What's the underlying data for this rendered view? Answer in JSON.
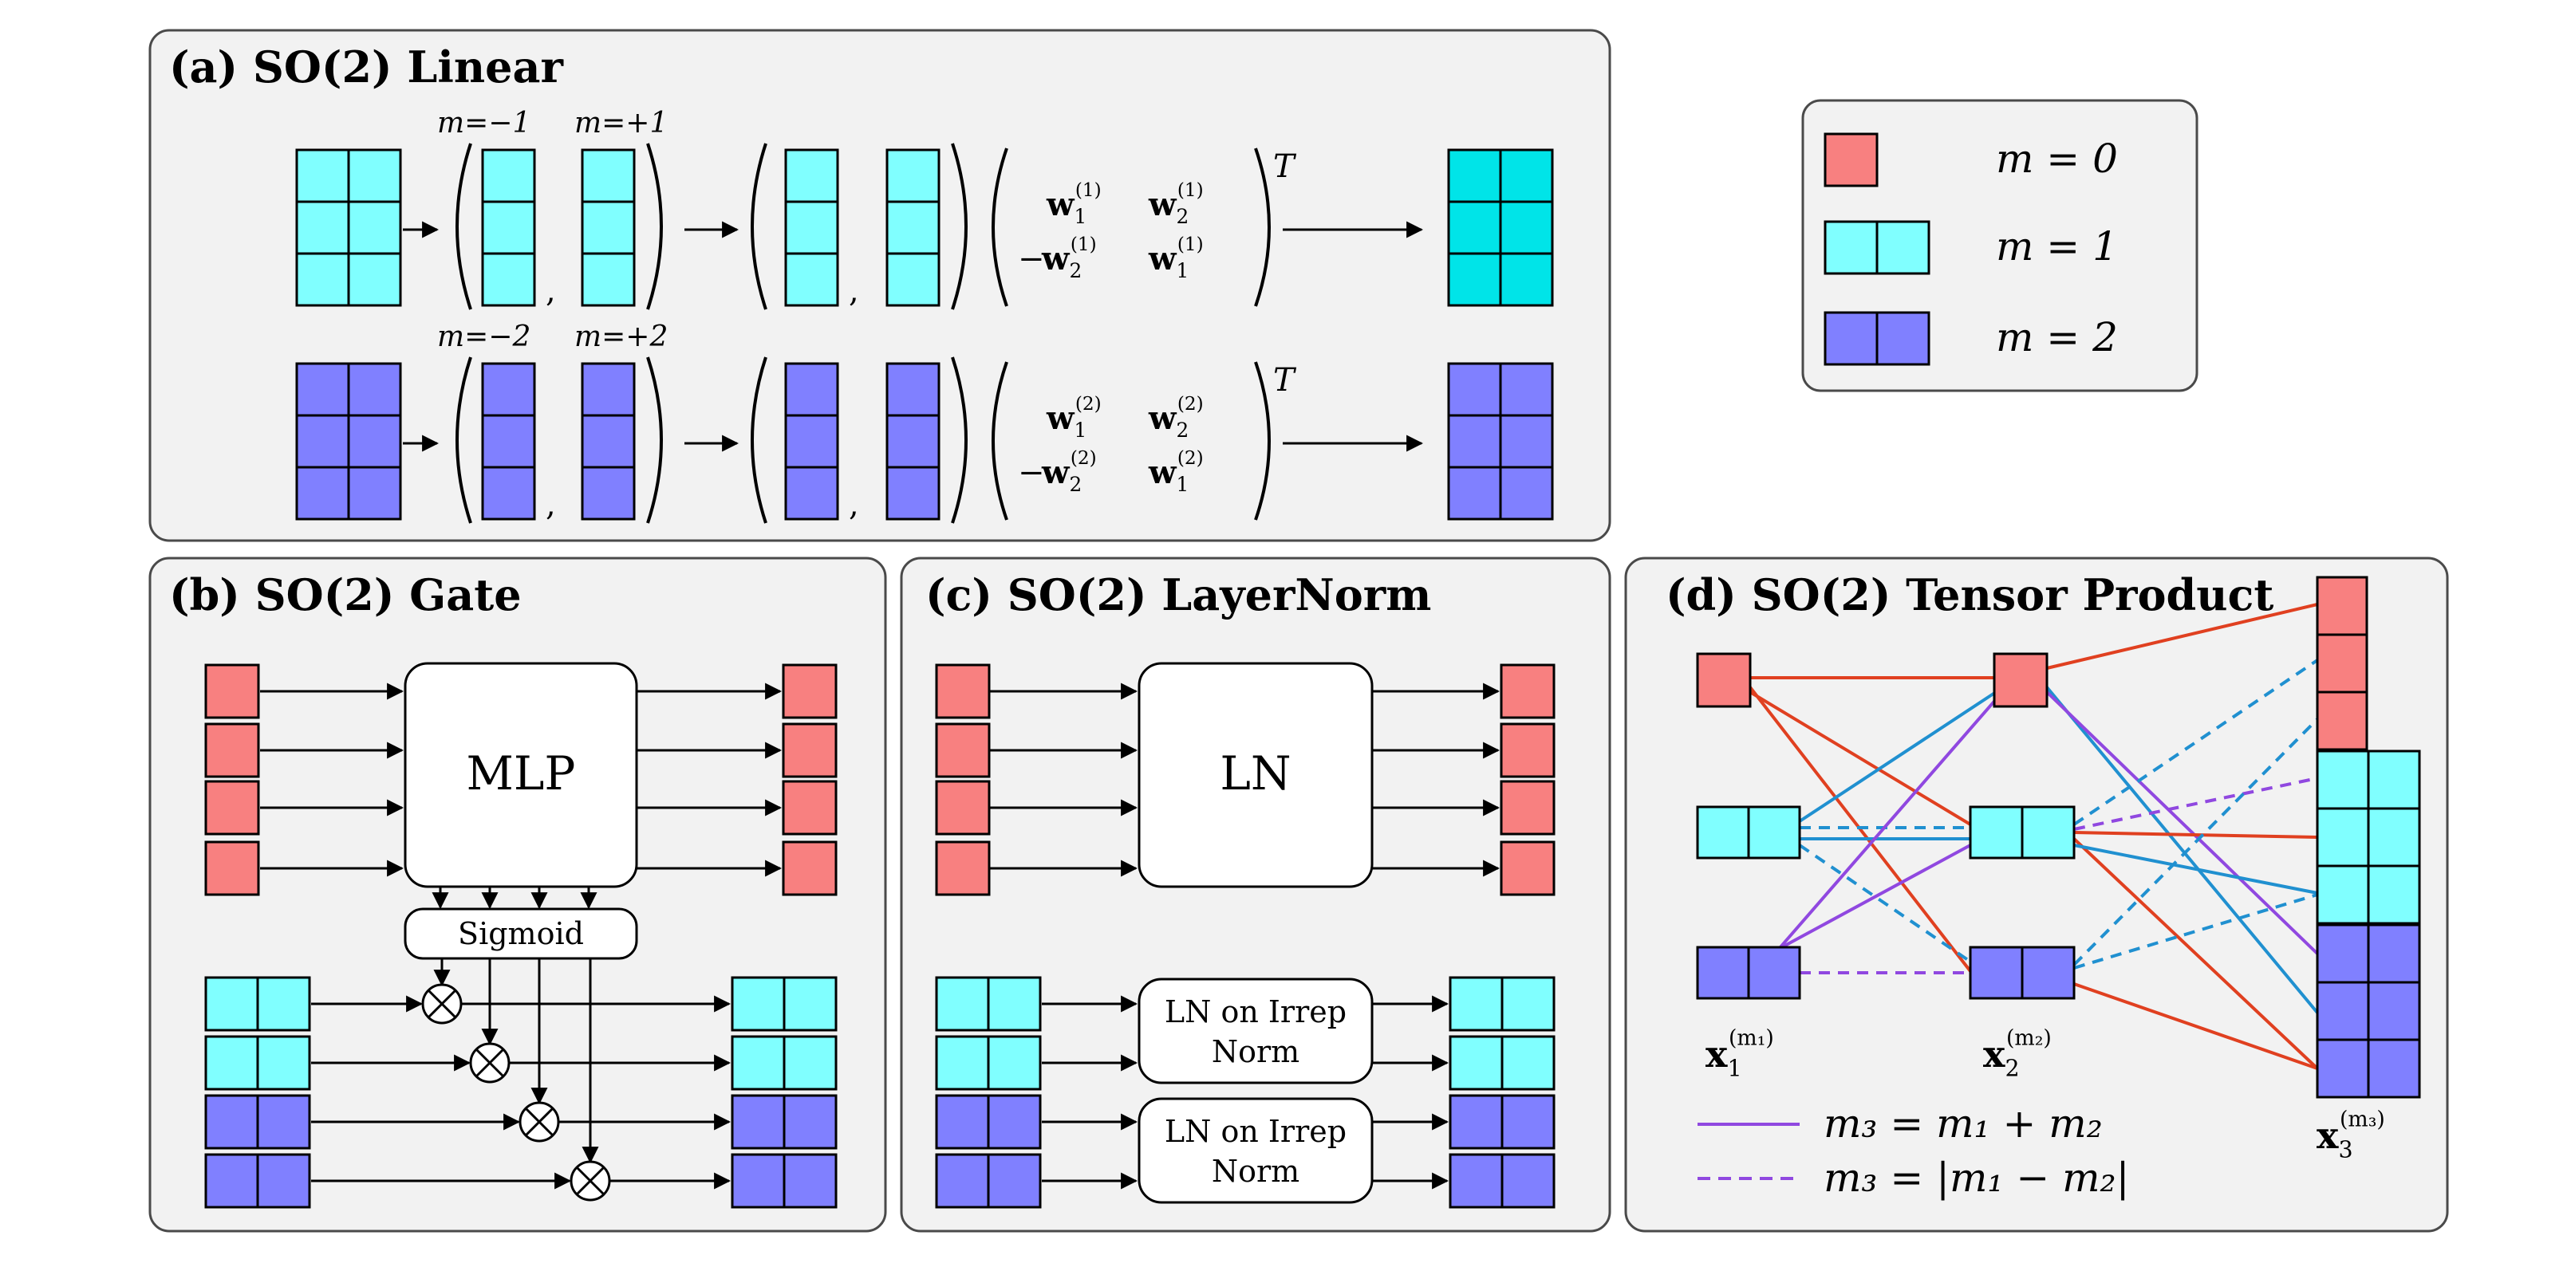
{
  "colors": {
    "m0": "#f88080",
    "m1": "#80ffff",
    "m1_out": "#00e4e8",
    "m2": "#8080ff",
    "red_line": "#e04020",
    "blue_line": "#2090d0",
    "purple_line": "#9048e0"
  },
  "legend": {
    "items": [
      {
        "label": "m = 0",
        "cells": 1,
        "color_key": "m0"
      },
      {
        "label": "m = 1",
        "cells": 2,
        "color_key": "m1"
      },
      {
        "label": "m = 2",
        "cells": 2,
        "color_key": "m2"
      }
    ]
  },
  "panel_a": {
    "title": "(a) SO(2) Linear",
    "rows": [
      {
        "m_neg": "m=−1",
        "m_pos": "m=+1",
        "sup": "(1)",
        "color_key": "m1"
      },
      {
        "m_neg": "m=−2",
        "m_pos": "m=+2",
        "sup": "(2)",
        "color_key": "m2"
      }
    ],
    "w1": "w",
    "w1_sub": "1",
    "w2": "w",
    "w2_sub": "2",
    "neg_sign": "−",
    "transpose": "T",
    "comma": ","
  },
  "panel_b": {
    "title": "(b) SO(2) Gate",
    "mlp_label": "MLP",
    "sigmoid_label": "Sigmoid",
    "multiply_symbol": "⊗"
  },
  "panel_c": {
    "title": "(c) SO(2) LayerNorm",
    "ln_label": "LN",
    "irrep_label_line1": "LN on Irrep",
    "irrep_label_line2": "Norm"
  },
  "panel_d": {
    "title": "(d) SO(2) Tensor Product",
    "x1": "x",
    "x1_sub": "1",
    "x1_sup": "(m₁)",
    "x2": "x",
    "x2_sub": "2",
    "x2_sup": "(m₂)",
    "x3": "x",
    "x3_sub": "3",
    "x3_sup": "(m₃)",
    "legend_sum": "m₃ = m₁ + m₂",
    "legend_diff": "m₃ = |m₁ − m₂|"
  }
}
